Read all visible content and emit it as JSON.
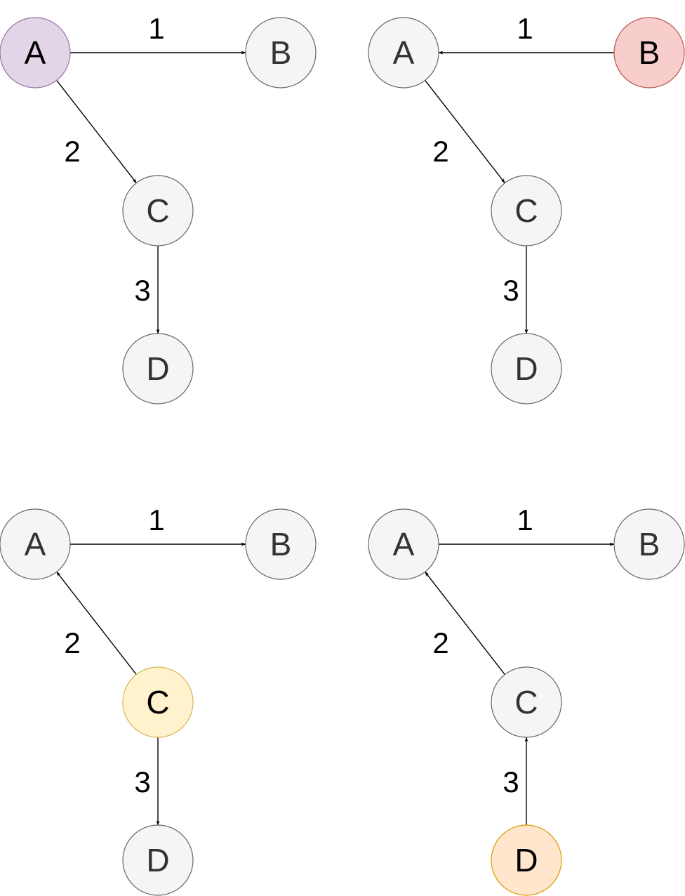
{
  "colors": {
    "default_fill": "#f5f5f5",
    "default_stroke": "#666666",
    "default_text": "#333333",
    "purple_fill": "#e1d5e7",
    "purple_stroke": "#9673a6",
    "red_fill": "#f8cecc",
    "red_stroke": "#b85450",
    "yellow_fill": "#fff2cc",
    "yellow_stroke": "#d6b656",
    "orange_fill": "#ffe6cc",
    "orange_stroke": "#d79b00",
    "edge": "#000000"
  },
  "panels": [
    {
      "nodes": [
        {
          "label": "A",
          "highlight": "purple"
        },
        {
          "label": "B",
          "highlight": null
        },
        {
          "label": "C",
          "highlight": null
        },
        {
          "label": "D",
          "highlight": null
        }
      ],
      "edges": [
        {
          "from": "A",
          "to": "B",
          "label": "1"
        },
        {
          "from": "A",
          "to": "C",
          "label": "2"
        },
        {
          "from": "C",
          "to": "D",
          "label": "3"
        }
      ]
    },
    {
      "nodes": [
        {
          "label": "A",
          "highlight": null
        },
        {
          "label": "B",
          "highlight": "red"
        },
        {
          "label": "C",
          "highlight": null
        },
        {
          "label": "D",
          "highlight": null
        }
      ],
      "edges": [
        {
          "from": "B",
          "to": "A",
          "label": "1"
        },
        {
          "from": "A",
          "to": "C",
          "label": "2"
        },
        {
          "from": "C",
          "to": "D",
          "label": "3"
        }
      ]
    },
    {
      "nodes": [
        {
          "label": "A",
          "highlight": null
        },
        {
          "label": "B",
          "highlight": null
        },
        {
          "label": "C",
          "highlight": "yellow"
        },
        {
          "label": "D",
          "highlight": null
        }
      ],
      "edges": [
        {
          "from": "A",
          "to": "B",
          "label": "1"
        },
        {
          "from": "C",
          "to": "A",
          "label": "2"
        },
        {
          "from": "C",
          "to": "D",
          "label": "3"
        }
      ]
    },
    {
      "nodes": [
        {
          "label": "A",
          "highlight": null
        },
        {
          "label": "B",
          "highlight": null
        },
        {
          "label": "C",
          "highlight": null
        },
        {
          "label": "D",
          "highlight": "orange"
        }
      ],
      "edges": [
        {
          "from": "A",
          "to": "B",
          "label": "1"
        },
        {
          "from": "C",
          "to": "A",
          "label": "2"
        },
        {
          "from": "D",
          "to": "C",
          "label": "3"
        }
      ]
    }
  ]
}
